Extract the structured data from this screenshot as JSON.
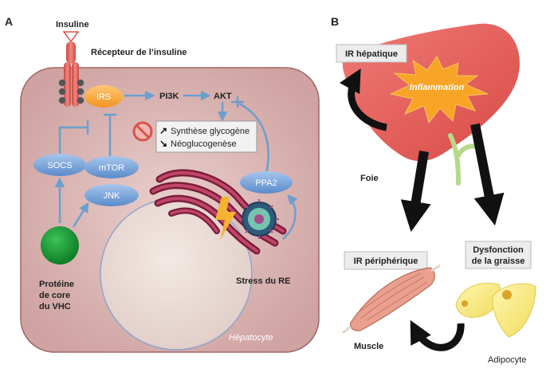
{
  "panel_a": {
    "letter": "A",
    "insulin": "Insuline",
    "receptor": "Récepteur de l’insuline",
    "irs": "IRS",
    "pi3k": "PI3K",
    "akt": "AKT",
    "synthesis": "Synthèse glycogène",
    "neoglucogenesis": "Néoglucogenèse",
    "up_arrow": "↗",
    "down_arrow": "↘",
    "socs": "SOCS",
    "mtor": "mTOR",
    "jnk": "JNK",
    "ppa2": "PPA2",
    "protein_line1": "Protéine",
    "protein_line2": "de core",
    "protein_line3": "du VHC",
    "stress": "Stress du RE",
    "hepatocyte": "Hépatocyte"
  },
  "panel_b": {
    "letter": "B",
    "ir_hepatic": "IR hépatique",
    "inflammation": "Inflammation",
    "foie": "Foie",
    "ir_peripheral": "IR périphérique",
    "dysfunction_line1": "Dysfonction",
    "dysfunction_line2": "de la graisse",
    "muscle": "Muscle",
    "adipocyte": "Adipocyte"
  },
  "colors": {
    "cell_fill": "#d9b3b1",
    "cell_border": "#a06664",
    "pathway_arrow": "#6a9fd0",
    "node_blue": "#6f9fd6",
    "irs_orange": "#f5a33a",
    "receptor_red": "#e8675f",
    "liver_red": "#e45c58",
    "hcv_green": "#1f9a3a",
    "adipocyte_yellow": "#f5e57a"
  }
}
